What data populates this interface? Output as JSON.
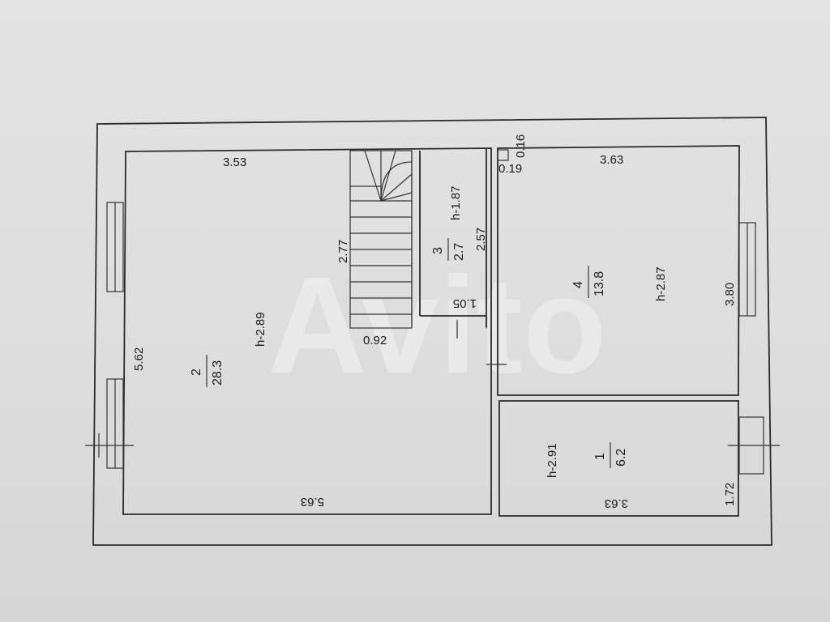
{
  "plan": {
    "dims": {
      "top_left": "3.53",
      "top_right": "3.63",
      "left_height": "5.62",
      "bottom_left": "5.63",
      "bottom_right": "3.63",
      "right_upper": "3.80",
      "right_lower": "1.72",
      "stair_height": "2.77",
      "stair_width": "0.92",
      "small_a": "0.16",
      "small_b": "0.19",
      "room3_bottom": "1.05"
    },
    "rooms": [
      {
        "number": "1",
        "area": "6.2",
        "height": "h-2.91"
      },
      {
        "number": "2",
        "area": "28.3",
        "height": "h-2.89"
      },
      {
        "number": "3",
        "area": "2.7",
        "height": "h-1.87",
        "extra": "2.57"
      },
      {
        "number": "4",
        "area": "13.8",
        "height": "h-2.87"
      }
    ],
    "watermark": "Avito"
  }
}
